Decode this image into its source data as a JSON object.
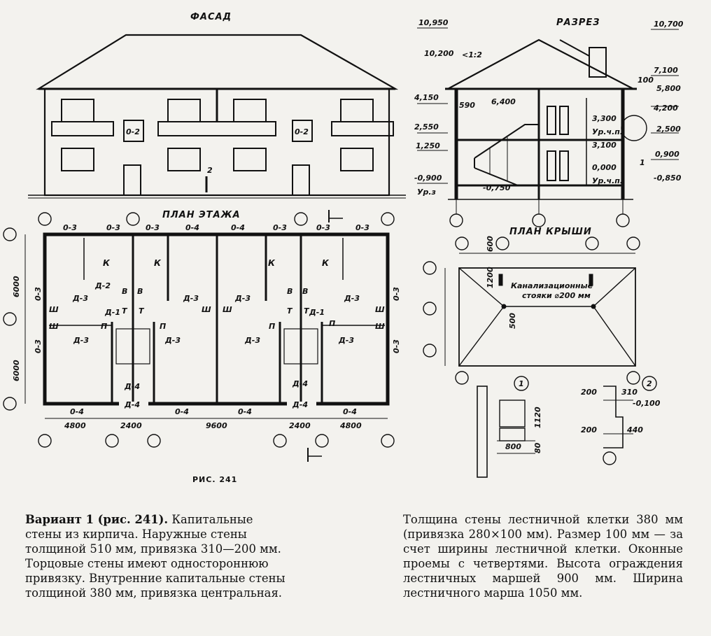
{
  "figure": "РИС. 241",
  "views": {
    "facade": "ФАСАД",
    "section": "РАЗРЕЗ",
    "floor_plan": "ПЛАН ЭТАЖА",
    "roof_plan": "ПЛАН КРЫШИ"
  },
  "facade": {
    "door_labels": [
      "0-2",
      "0-2"
    ],
    "section_mark": "2"
  },
  "section": {
    "left_marks": [
      "10,950",
      "10,200",
      "4,150",
      "2,550",
      "1,250",
      "-0,900",
      "Ур.з"
    ],
    "right_marks": [
      "10,700",
      "7,100",
      "5,800",
      "4,200",
      "2,500",
      "0,900",
      "-0,850"
    ],
    "inner_marks": [
      "3,300",
      "Ур.ч.п.",
      "3,100",
      "0,000",
      "Ур.ч.п."
    ],
    "slope": "<1:2",
    "dims": [
      "590",
      "6,400",
      "100",
      "-0,750"
    ],
    "node_ref": "1"
  },
  "floor_plan": {
    "top_windows": [
      "0-3",
      "0-3",
      "0-3",
      "0-4",
      "0-4",
      "0-3",
      "0-3",
      "0-3"
    ],
    "bottom_windows": [
      "0-4",
      "0-4",
      "0-4",
      "0-4"
    ],
    "side_windows": [
      "0-3",
      "0-3",
      "0-3",
      "0-3"
    ],
    "dims_bottom": [
      "4800",
      "2400",
      "9600",
      "2400",
      "4800"
    ],
    "dims_left": [
      "6000",
      "6000"
    ],
    "kitchen": "К",
    "door_labels": [
      "Д-1",
      "Д-2",
      "Д-3",
      "Д-4"
    ],
    "room_labels": [
      "Ш",
      "В",
      "Т",
      "П"
    ]
  },
  "roof_plan": {
    "dims": [
      "600",
      "1200",
      "500"
    ],
    "note_line1": "Канализационные",
    "note_line2": "стояки ⌀200 мм"
  },
  "details": {
    "node1": {
      "num": "1",
      "dims": [
        "1120",
        "800",
        "80"
      ]
    },
    "node2": {
      "num": "2",
      "dims": [
        "200",
        "310",
        "-0,100",
        "200",
        "440"
      ]
    }
  },
  "caption_left": {
    "title": "Вариант 1 (рис. 241).",
    "text": "Капитальные стены из кирпича. Наружные стены толщиной 510 мм, привязка 310—200 мм. Торцовые стены имеют одностороннюю привязку. Внутренние капитальные стены толщиной 380 мм, привязка центральная."
  },
  "caption_right": {
    "text": "Толщина стены лестничной клетки 380 мм (привязка 280×100 мм). Размер 100 мм — за счет ширины лестничной клетки. Оконные проемы с четвертями. Высота ограждения лестничных маршей 900 мм. Ширина лестничного марша 1050 мм."
  }
}
